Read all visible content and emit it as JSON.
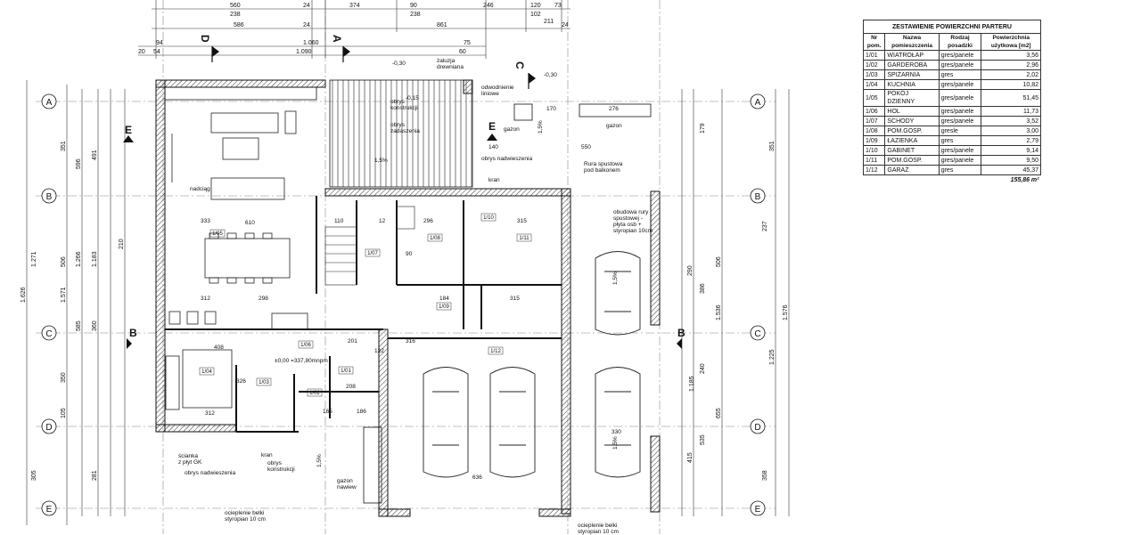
{
  "axes": {
    "rows": [
      "A",
      "B",
      "C",
      "D",
      "E"
    ],
    "cols_top": [
      "D",
      "A",
      "C"
    ]
  },
  "top_dims": {
    "row1": [
      "560",
      "24",
      "374",
      "90",
      "246",
      "120",
      "73"
    ],
    "row2": [
      "238",
      "238",
      "102",
      "211"
    ],
    "row3": [
      "586",
      "24",
      "861",
      "24"
    ],
    "row4": [
      "94",
      "1.060",
      "75"
    ],
    "row5": [
      "20",
      "54",
      "1.090",
      "60"
    ]
  },
  "left_dims": [
    "1.626",
    "1.271",
    "1.571",
    "1.266",
    "1.183",
    "596",
    "506",
    "585",
    "360",
    "491",
    "305",
    "281",
    "350",
    "351",
    "210",
    "105"
  ],
  "right_dims": [
    "1.576",
    "1.536",
    "1.185",
    "1.225",
    "351",
    "179",
    "237",
    "506",
    "386",
    "655",
    "535",
    "358",
    "415",
    "240",
    "290"
  ],
  "room_labels": [
    "1/01",
    "1/02",
    "1/03",
    "1/04",
    "1/05",
    "1/06",
    "1/07",
    "1/08",
    "1/09",
    "1/10",
    "1/11",
    "1/12"
  ],
  "inner_dims": [
    "610",
    "312",
    "298",
    "333",
    "408",
    "312",
    "296",
    "315",
    "315",
    "316",
    "201",
    "122",
    "110",
    "90",
    "12",
    "326",
    "208",
    "186",
    "165",
    "184",
    "170",
    "276",
    "550",
    "140",
    "636",
    "330"
  ],
  "annotations": {
    "zaluzja": "żaluzja\ndrewniana",
    "odwodnienie": "odwodnienie\nliniowe",
    "obrys_konstrukcji": "obrys\nkonstrukcji",
    "obrys_zadaszenia": "obrys\nzadaszenia",
    "obrys_nadwieszenia": "obrys nadwieszenia",
    "nadciag": "nadciąg",
    "gazon": "gazon",
    "kran": "kran",
    "rura": "Rura spustowa\npod balkonem",
    "obudowa": "obudowa rury\nspustowej -\npłyta osb +\nstyropian 10cm",
    "poziom": "±0,00 =337,80mnpm",
    "scianka": "ścianka\nz płyt GK",
    "gazon_nawiew": "gazon\nnawiew",
    "ocieplenie1": "ocieplenie belki\nstyropian 10 cm",
    "ocieplenie2": "ocieplenie belki\nstyropian 10 cm",
    "slope": "1,5%",
    "level_m030": "-0,30",
    "level_m015": "-0,15"
  },
  "summary": {
    "title": "ZESTAWIENIE POWIERZCHNI PARTERU",
    "headers": [
      "Nr pom.",
      "Nazwa pomieszczenia",
      "Rodzaj posadzki",
      "Powierzchnia użytkowa [m2]"
    ],
    "rows": [
      [
        "1/01",
        "WIATROŁAP",
        "gres/panele",
        "3,56"
      ],
      [
        "1/02",
        "GARDEROBA",
        "gres/panele",
        "2,96"
      ],
      [
        "1/03",
        "SPIŻARNIA",
        "gres",
        "2,02"
      ],
      [
        "1/04",
        "KUCHNIA",
        "gres/panele",
        "10,82"
      ],
      [
        "1/05",
        "POKÓJ DZIENNY",
        "gres/panele",
        "51,45"
      ],
      [
        "1/06",
        "HOL",
        "gres/panele",
        "11,73"
      ],
      [
        "1/07",
        "SCHODY",
        "gres/panele",
        "3,52"
      ],
      [
        "1/08",
        "POM.GOSP.",
        "gresle",
        "3,00"
      ],
      [
        "1/09",
        "ŁAZIENKA",
        "gres",
        "2,79"
      ],
      [
        "1/10",
        "GABINET",
        "gres/panele",
        "9,14"
      ],
      [
        "1/11",
        "POM.GOSP.",
        "gres/panele",
        "9,50"
      ],
      [
        "1/12",
        "GARAŻ",
        "gres",
        "45,37"
      ]
    ],
    "total": "155,86 m²"
  }
}
